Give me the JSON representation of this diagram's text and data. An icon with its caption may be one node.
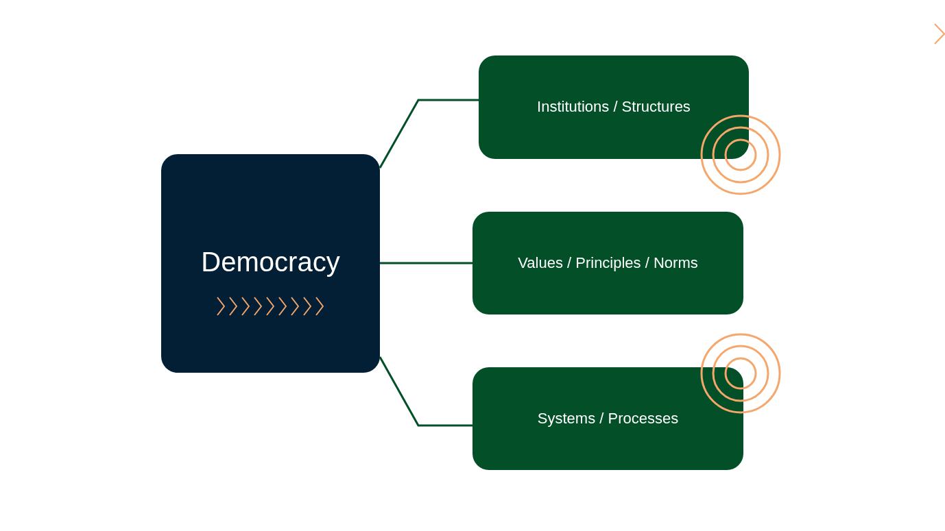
{
  "diagram": {
    "nodes": [
      {
        "text": [
          "Democracy"
        ]
      },
      {
        "text": [
          "Institutions / Structures"
        ]
      },
      {
        "text": [
          "Values / Principles / Norms"
        ]
      },
      {
        "text": [
          "Systems / Processes"
        ]
      }
    ],
    "edges": [
      {
        "from": 0,
        "to": 1,
        "arrow": "none"
      },
      {
        "from": 0,
        "to": 2,
        "arrow": "none"
      },
      {
        "from": 0,
        "to": 3,
        "arrow": "none"
      }
    ]
  }
}
